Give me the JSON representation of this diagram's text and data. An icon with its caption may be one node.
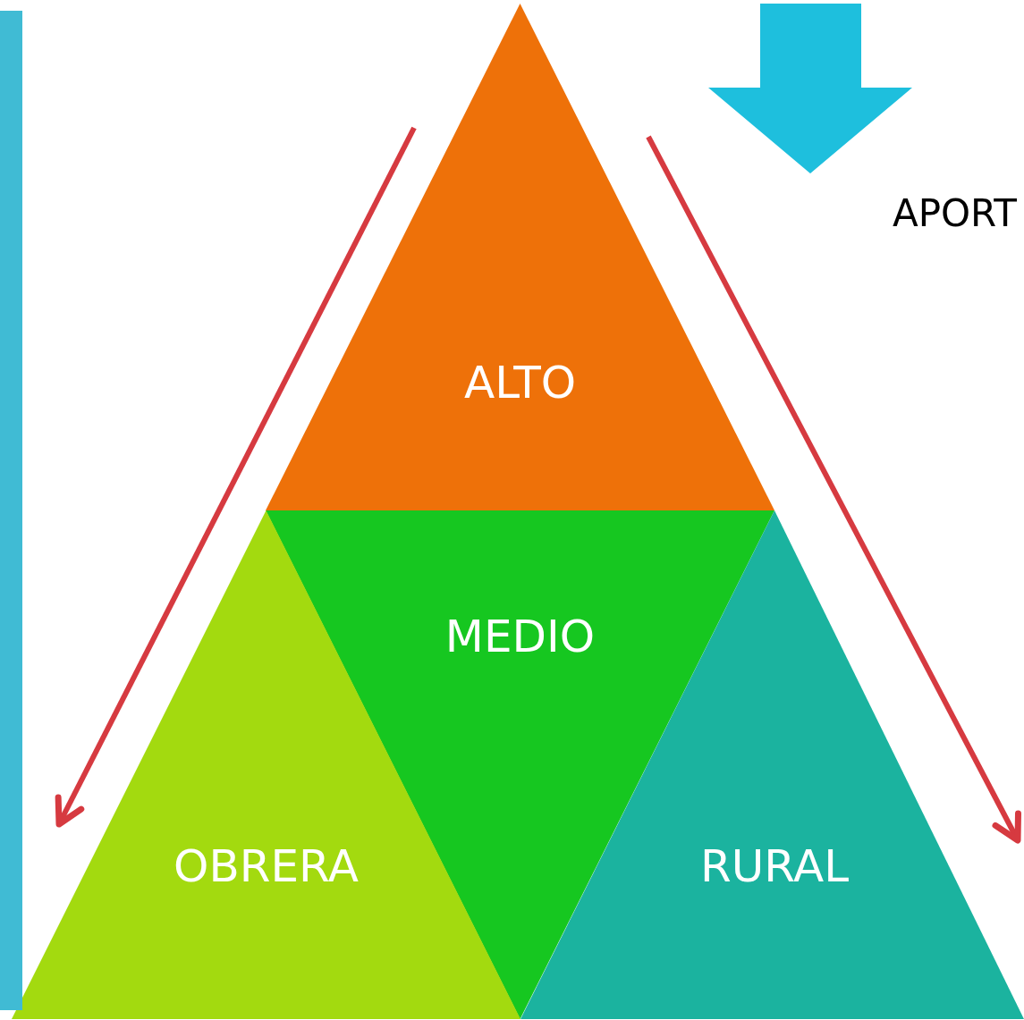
{
  "diagram": {
    "nodes": [
      {
        "text": [
          "ALTO"
        ]
      },
      {
        "text": [
          "MEDIO"
        ]
      },
      {
        "text": [
          "OBRERA"
        ]
      },
      {
        "text": [
          "RURAL"
        ]
      },
      {
        "text": [],
        "shape": "bar"
      }
    ],
    "labels": [
      "APORT"
    ]
  }
}
